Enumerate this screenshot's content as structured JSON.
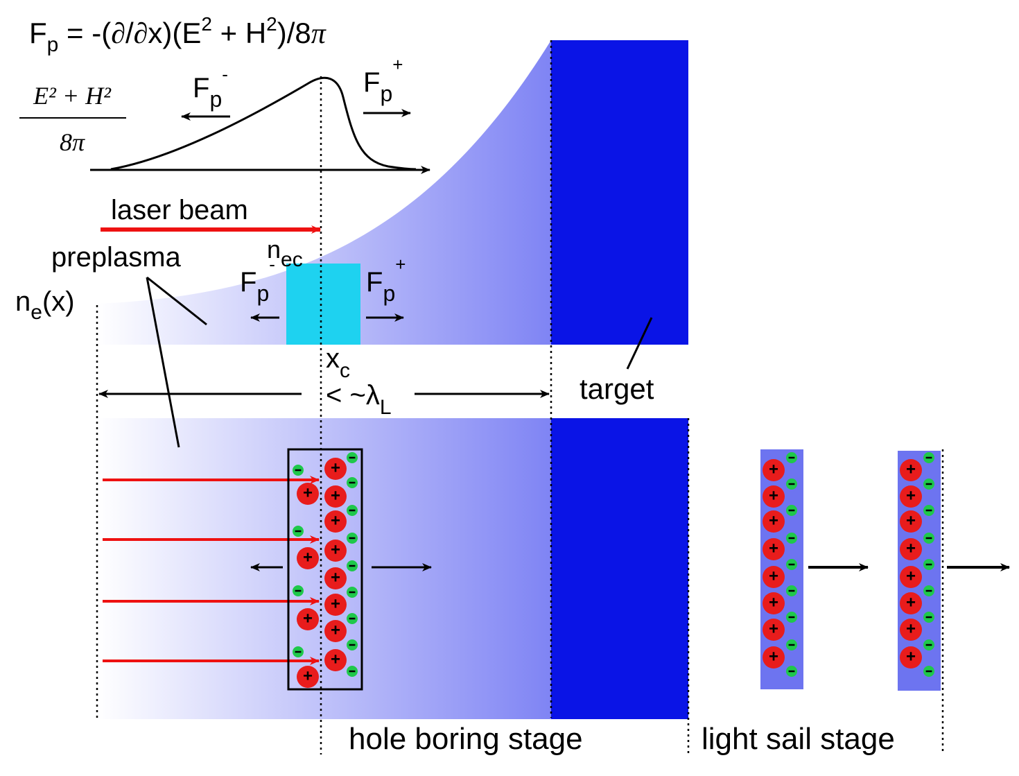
{
  "formula": {
    "force_symbol": "F",
    "force_sub": "p",
    "rhs_a": " = -(",
    "partial_1": "∂",
    "slash": "/",
    "partial_2": "∂",
    "rhs_b": "x)(E",
    "sq_1": "2",
    "plus": " + H",
    "sq_2": "2",
    "rhs_c": ")/8",
    "pi": "π"
  },
  "energy_density": {
    "numerator": "E² + H²",
    "denominator": "8π"
  },
  "force_labels": {
    "symbol": "F",
    "sub": "p",
    "minus": "-",
    "plus": "+"
  },
  "labels": {
    "laser_beam": "laser beam",
    "preplasma": "preplasma",
    "critical_density": "n",
    "critical_density_sub": "ec",
    "density_profile": "n",
    "density_profile_sub": "e",
    "density_profile_arg": "(x)",
    "critical_point": "x",
    "critical_point_sub": "c",
    "skin_depth": "< ~λ",
    "skin_depth_sub": "L",
    "target": "target",
    "hole_boring_stage": "hole boring stage",
    "light_sail_stage": "light sail stage"
  },
  "charges": {
    "ion": "+",
    "electron": "-"
  },
  "colors": {
    "target": "#0a14e6",
    "plasma_gradient_start": "#ffffff",
    "plasma_gradient_end": "#7f84f4",
    "compressed_layer": "#1ed2f0",
    "laser": "#ee1111",
    "ion": "#e81c1c",
    "electron": "#1fc84b",
    "sail": "#6d74f0"
  }
}
